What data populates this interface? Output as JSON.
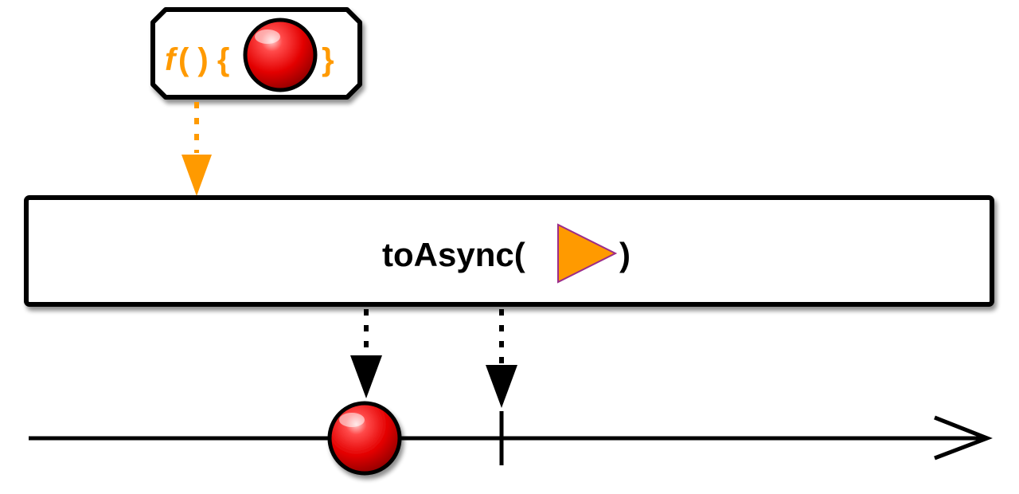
{
  "function_box": {
    "prefix": "f",
    "open_parens": "( ) {",
    "close_brace": "}"
  },
  "operator": {
    "name_prefix": "toAsync(",
    "name_suffix": ")",
    "argument_icon": "orange-play-triangle-icon"
  },
  "colors": {
    "orange": "#ff9a00",
    "marble_red": "#e30000",
    "triangle_border": "#9b2c8a",
    "line": "#000000"
  },
  "output_timeline": {
    "events": [
      {
        "kind": "marble",
        "color": "red"
      },
      {
        "kind": "completion"
      }
    ]
  }
}
